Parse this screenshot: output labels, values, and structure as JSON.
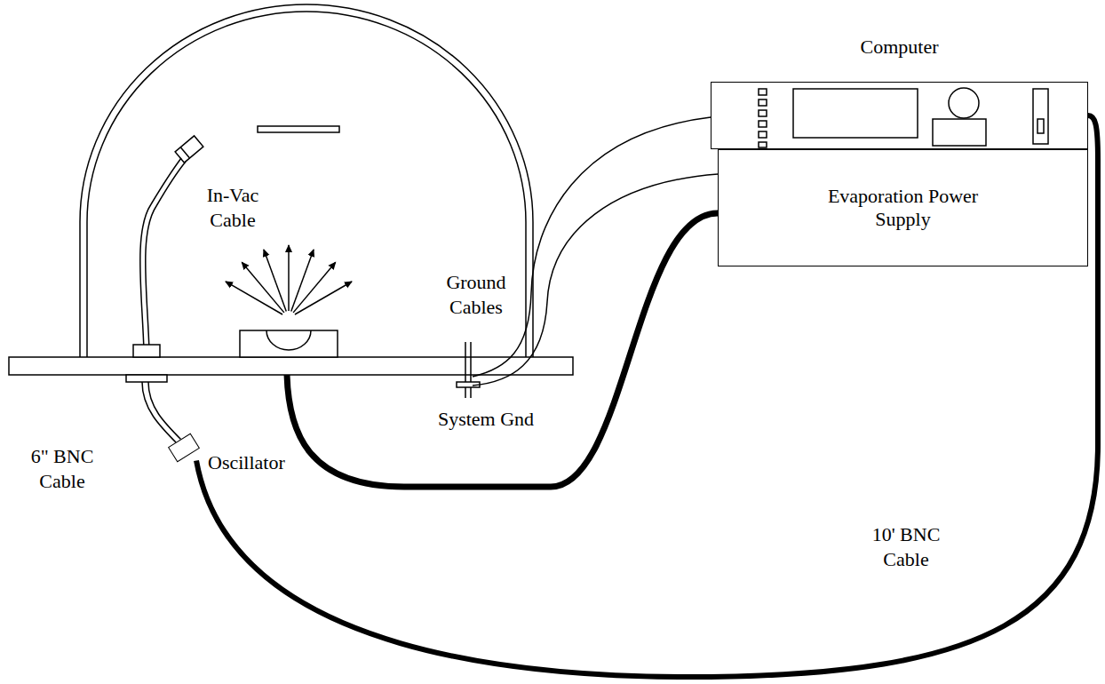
{
  "diagram": {
    "nodes": [
      {
        "text": [
          "Computer"
        ]
      },
      {
        "text": [
          "Evaporation Power Supply"
        ]
      },
      {
        "text": [
          "Oscillator"
        ]
      }
    ],
    "edges": [
      {
        "from": 2,
        "to": 0,
        "arrow": "none",
        "label": "10' BNC Cable"
      }
    ],
    "labels": [
      "In-Vac Cable",
      "Ground Cables",
      "System Gnd",
      "6\" BNC Cable"
    ]
  }
}
